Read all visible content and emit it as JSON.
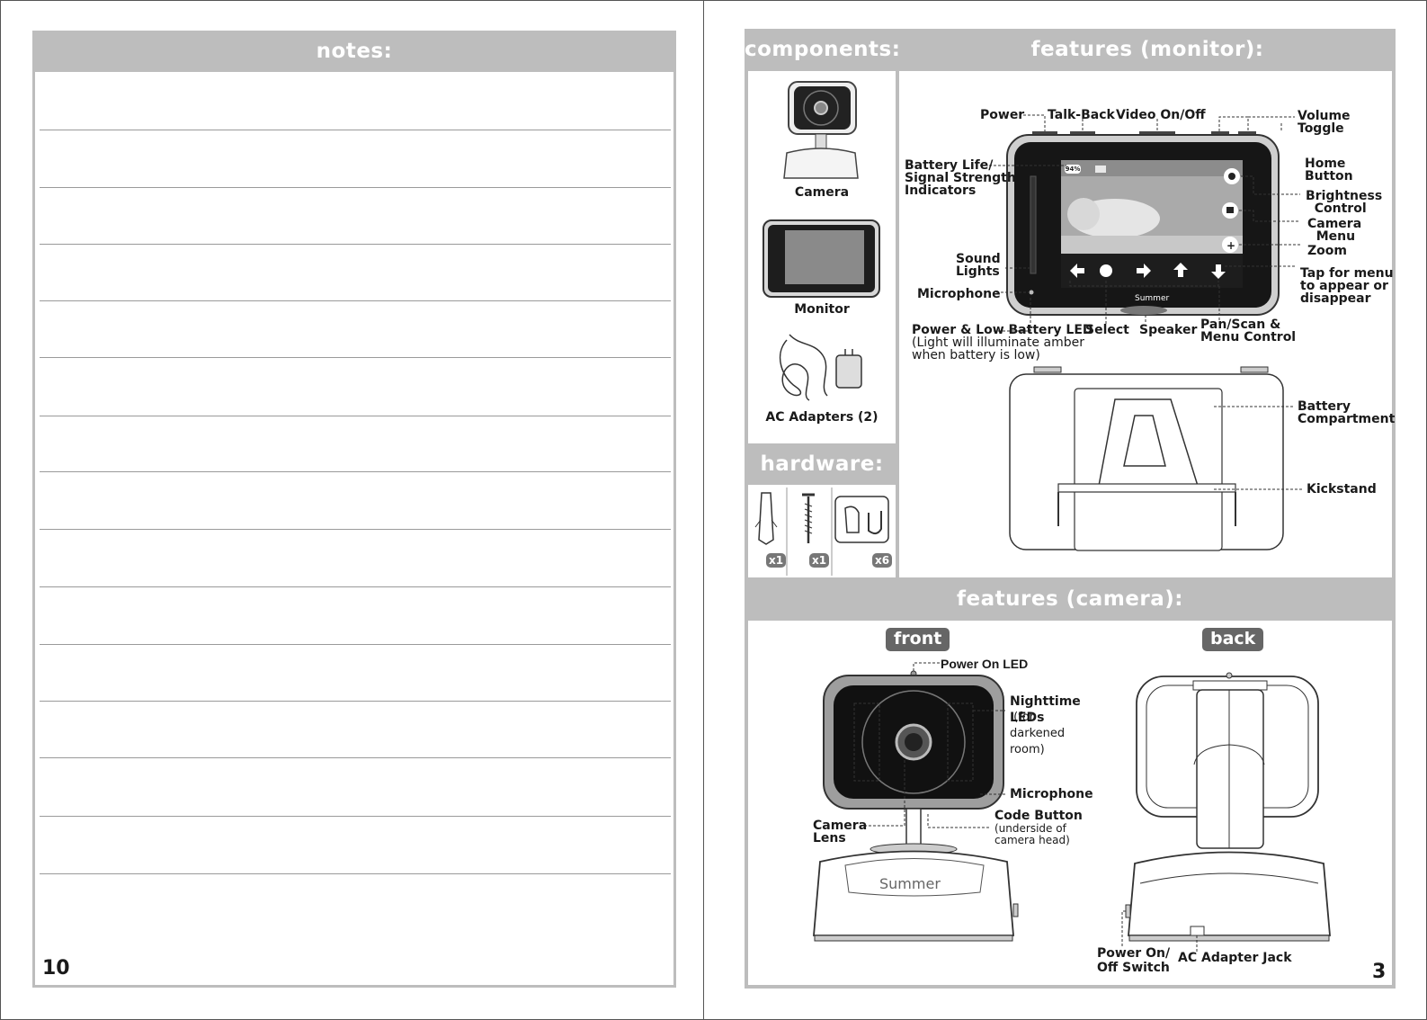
{
  "left_page": {
    "heading": "notes:",
    "page_number": "10"
  },
  "right_page": {
    "page_number": "3",
    "components": {
      "heading": "components:",
      "items": [
        "Camera",
        "Monitor",
        "AC Adapters (2)"
      ]
    },
    "hardware": {
      "heading": "hardware:",
      "counts": [
        "x1",
        "x1",
        "x6"
      ]
    },
    "monitor_features": {
      "heading": "features (monitor):",
      "labels": {
        "power": "Power",
        "talkback": "Talk-Back",
        "video": "Video On/Off",
        "volume": "Volume\nToggle",
        "battery_signal": "Battery Life/\nSignal Strength\nIndicators",
        "home": "Home\nButton",
        "brightness": "Brightness\n  Control",
        "camera_menu": "Camera\n  Menu",
        "zoom": "Zoom",
        "sound_lights": "Sound\nLights",
        "tap_menu": "Tap for menu\nto appear or\ndisappear",
        "microphone": "Microphone",
        "power_led": "Power & Low Battery LED",
        "power_led_note": "(Light will illuminate amber\nwhen battery is low)",
        "select": "Select",
        "speaker": "Speaker",
        "pan_scan": "Pan/Scan &\nMenu Control",
        "battery_compartment": "Battery\nCompartment",
        "kickstand": "Kickstand"
      },
      "screen_battery": "94%"
    },
    "camera_features": {
      "heading": "features (camera):",
      "front_tag": "front",
      "back_tag": "back",
      "labels": {
        "power_on_led": "Power On LED",
        "nighttime_leds": "Nighttime\nLEDs",
        "nighttime_note": " (for\ndarkened\nroom)",
        "microphone": "Microphone",
        "camera_lens": "Camera\nLens",
        "code_button": "Code Button",
        "code_note": "(underside of\ncamera head)",
        "power_switch": "Power On/\nOff Switch",
        "ac_jack": "AC Adapter Jack"
      }
    },
    "brand": "Summer"
  }
}
